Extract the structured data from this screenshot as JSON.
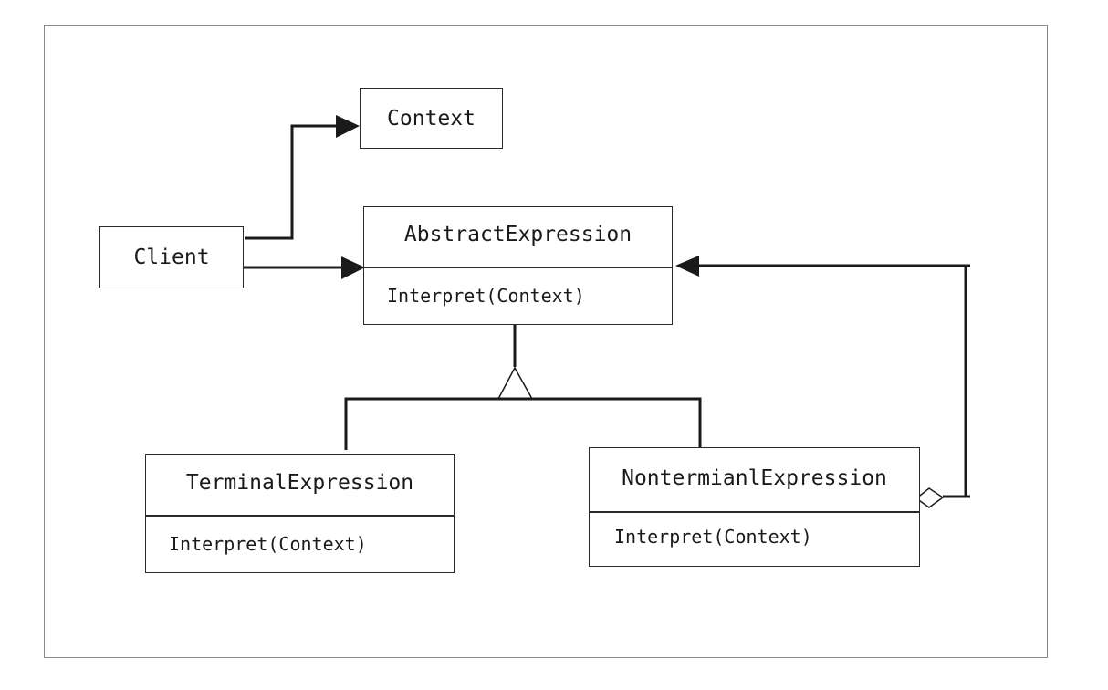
{
  "diagram": {
    "classes": {
      "context": {
        "name": "Context"
      },
      "client": {
        "name": "Client"
      },
      "abstract_expression": {
        "name": "AbstractExpression",
        "operation": "Interpret(Context)"
      },
      "terminal_expression": {
        "name": "TerminalExpression",
        "operation": "Interpret(Context)"
      },
      "nonterminal_expression": {
        "name": "NontermianlExpression",
        "operation": "Interpret(Context)"
      }
    },
    "relationships": [
      {
        "from": "Client",
        "to": "Context",
        "kind": "association"
      },
      {
        "from": "Client",
        "to": "AbstractExpression",
        "kind": "association"
      },
      {
        "from": "TerminalExpression",
        "to": "AbstractExpression",
        "kind": "generalization"
      },
      {
        "from": "NontermianlExpression",
        "to": "AbstractExpression",
        "kind": "generalization"
      },
      {
        "from": "NontermianlExpression",
        "to": "AbstractExpression",
        "kind": "aggregation"
      }
    ],
    "colors": {
      "line": "#1a1a1a",
      "box_border": "#2a2a2a",
      "frame": "#8a8a8a"
    }
  }
}
